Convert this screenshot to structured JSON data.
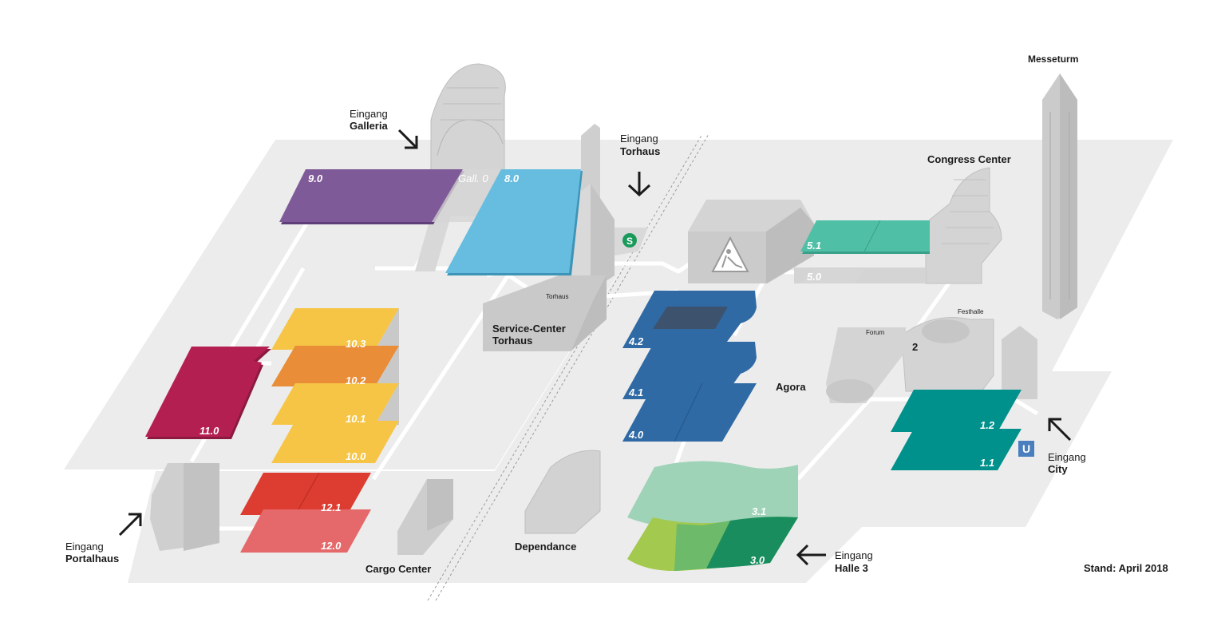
{
  "entrances": {
    "galleria": {
      "word": "Eingang",
      "name": "Galleria"
    },
    "torhaus": {
      "word": "Eingang",
      "name": "Torhaus"
    },
    "portalhaus": {
      "word": "Eingang",
      "name": "Portalhaus"
    },
    "halle3": {
      "word": "Eingang",
      "name": "Halle 3"
    },
    "city": {
      "word": "Eingang",
      "name": "City"
    }
  },
  "buildings": {
    "messeturm": "Messeturm",
    "congress_center": "Congress Center",
    "service_center_1": "Service-Center",
    "service_center_2": "Torhaus",
    "torhaus_small": "Torhaus",
    "agora": "Agora",
    "forum": "Forum",
    "festhalle": "Festhalle",
    "dependance": "Dependance",
    "cargo_center": "Cargo Center",
    "festhalle_number": "2"
  },
  "halls": {
    "h9_0": "9.0",
    "gall_0": "Gall. 0",
    "h8_0": "8.0",
    "h5_1": "5.1",
    "h5_0": "5.0",
    "h10_3": "10.3",
    "h10_2": "10.2",
    "h10_1": "10.1",
    "h10_0": "10.0",
    "h11_0": "11.0",
    "h12_1": "12.1",
    "h12_0": "12.0",
    "h4_2": "4.2",
    "h4_1": "4.1",
    "h4_0": "4.0",
    "h3_1": "3.1",
    "h3_0": "3.0",
    "h1_2": "1.2",
    "h1_1": "1.1"
  },
  "transit": {
    "sbahn": "S",
    "ubahn": "U"
  },
  "footer": {
    "stand": "Stand: April 2018"
  },
  "colors": {
    "ground": "#ececec",
    "building": "#cfcfcf",
    "path": "#ffffff",
    "hall9": "#7f5a98",
    "hall8": "#66bddf",
    "hall5": "#4fbfa5",
    "hall10_yellow": "#f6c545",
    "hall10_orange": "#e98d38",
    "hall11": "#b41f51",
    "hall12_1": "#dd3c30",
    "hall12_0": "#e5696a",
    "hall4": "#2f6aa5",
    "hall3_1": "#9fd3b8",
    "hall3_0a": "#a3c94f",
    "hall3_0b": "#6dbb6a",
    "hall3_0c": "#1a8d5f",
    "hall1": "#00918c",
    "sbahn": "#1a9a5a",
    "ubahn": "#4a7fbf"
  }
}
